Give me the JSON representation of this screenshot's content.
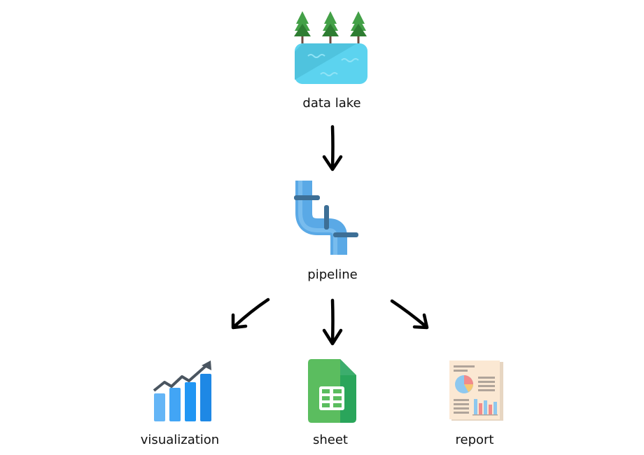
{
  "nodes": {
    "data_lake": {
      "label": "data lake",
      "icon": "lake-icon"
    },
    "pipeline": {
      "label": "pipeline",
      "icon": "pipe-icon"
    },
    "visualization": {
      "label": "visualization",
      "icon": "bar-chart-icon"
    },
    "sheet": {
      "label": "sheet",
      "icon": "spreadsheet-icon"
    },
    "report": {
      "label": "report",
      "icon": "report-document-icon"
    }
  },
  "edges": [
    {
      "from": "data lake",
      "to": "pipeline"
    },
    {
      "from": "pipeline",
      "to": "visualization"
    },
    {
      "from": "pipeline",
      "to": "sheet"
    },
    {
      "from": "pipeline",
      "to": "report"
    }
  ],
  "colors": {
    "tree": "#43a047",
    "trunk": "#6d4c41",
    "lake": "#5cd3ef",
    "pipe": "#5aa9e6",
    "pipe_band": "#3d6f96",
    "bars": "#2196f3",
    "trend_line": "#4a5560",
    "sheet": "#4caf50",
    "report_paper": "#fbe8d3"
  }
}
